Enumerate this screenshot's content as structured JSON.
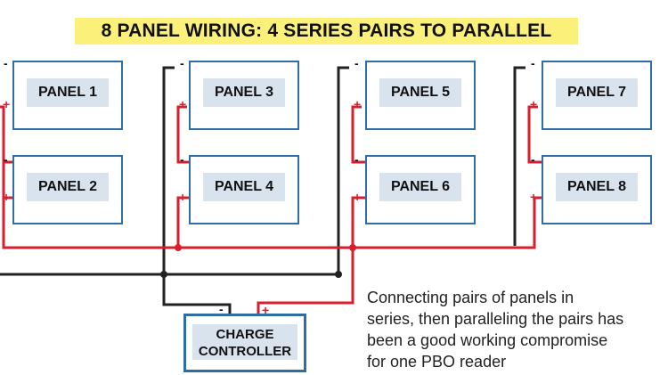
{
  "title": "8 PANEL WIRING: 4 SERIES PAIRS TO PARALLEL",
  "panels": [
    {
      "label": "PANEL 1"
    },
    {
      "label": "PANEL 2"
    },
    {
      "label": "PANEL 3"
    },
    {
      "label": "PANEL 4"
    },
    {
      "label": "PANEL 5"
    },
    {
      "label": "PANEL 6"
    },
    {
      "label": "PANEL 7"
    },
    {
      "label": "PANEL 8"
    }
  ],
  "controller": {
    "line1": "CHARGE",
    "line2": "CONTROLLER"
  },
  "signs": {
    "negative": "-",
    "positive": "+"
  },
  "caption": [
    "Connecting pairs of panels in",
    "series, then paralleling the pairs has",
    "been a good working compromise",
    "for one PBO reader"
  ],
  "colors": {
    "positive_wire": "#d91f2e",
    "negative_wire": "#222222",
    "panel_border": "#2f6ea5",
    "panel_fill": "#d9e3ee",
    "title_highlight": "#fbf17a"
  }
}
